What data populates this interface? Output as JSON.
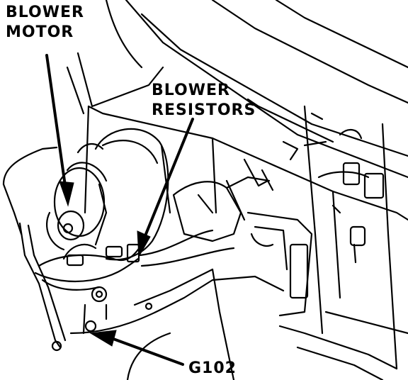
{
  "callouts": {
    "blower_motor": {
      "line1": "BLOWER",
      "line2": "MOTOR"
    },
    "blower_resistors": {
      "line1": "BLOWER",
      "line2": "RESISTORS"
    },
    "ground": {
      "line1": "G102"
    }
  },
  "colors": {
    "ink": "#000000",
    "paper": "#ffffff"
  }
}
